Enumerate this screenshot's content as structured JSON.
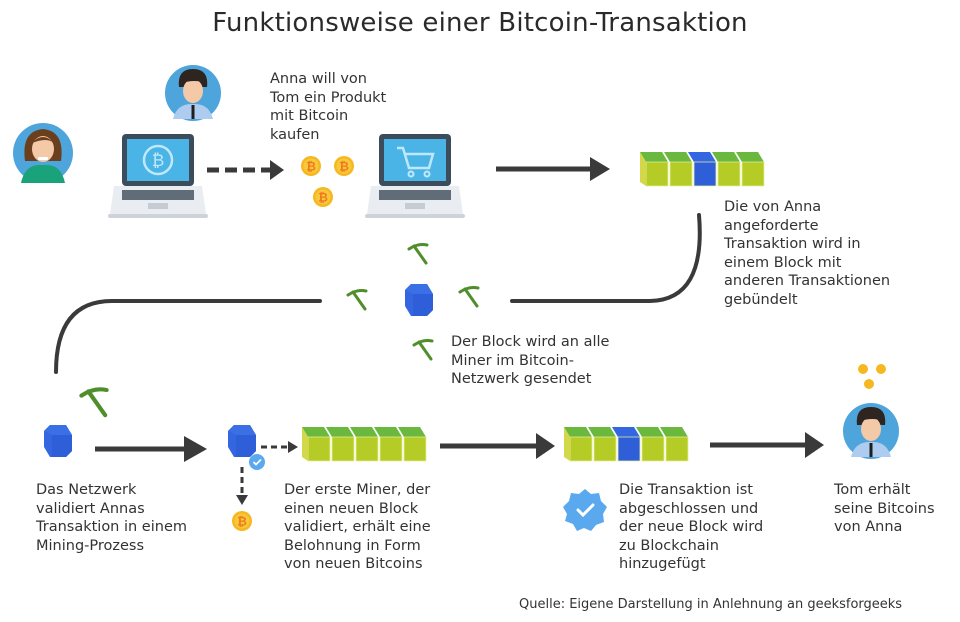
{
  "title": "Funktionsweise einer Bitcoin-Transaktion",
  "steps": {
    "s1": "Anna will von\nTom ein Produkt\nmit Bitcoin\nkaufen",
    "s2": "Die von Anna\nangeforderte\nTransaktion wird in\neinem Block mit\nanderen Transaktionen\ngebündelt",
    "s3": "Der Block wird an alle\nMiner im Bitcoin-\nNetzwerk gesendet",
    "s4": "Das Netzwerk\nvalidiert Annas\nTransaktion in einem\nMining-Prozess",
    "s5": "Der erste Miner, der\neinen neuen Block\nvalidiert, erhält eine\nBelohnung in Form\nvon neuen Bitcoins",
    "s6": "Die Transaktion ist\nabgeschlossen und\nder neue Block wird\nzu Blockchain\nhinzugefügt",
    "s7": "Tom erhält\nseine Bitcoins\nvon Anna"
  },
  "source": "Quelle: Eigene Darstellung in Anlehnung an geeksforgeeks",
  "icons": {
    "coin_symbol": "₿"
  },
  "colors": {
    "block_blue": "#3366e0",
    "block_green_top": "#6ab83e",
    "block_green_front": "#b4cc25",
    "block_green_side": "#d2d84a",
    "pickaxe": "#4f8e2a",
    "arrow": "#3a3a3a",
    "avatar_bg": "#4ea5dc",
    "coin": "#f6b820",
    "coin_symbol": "#f07a1a",
    "screen": "#4bb4e6",
    "badge": "#5aa9ee"
  }
}
